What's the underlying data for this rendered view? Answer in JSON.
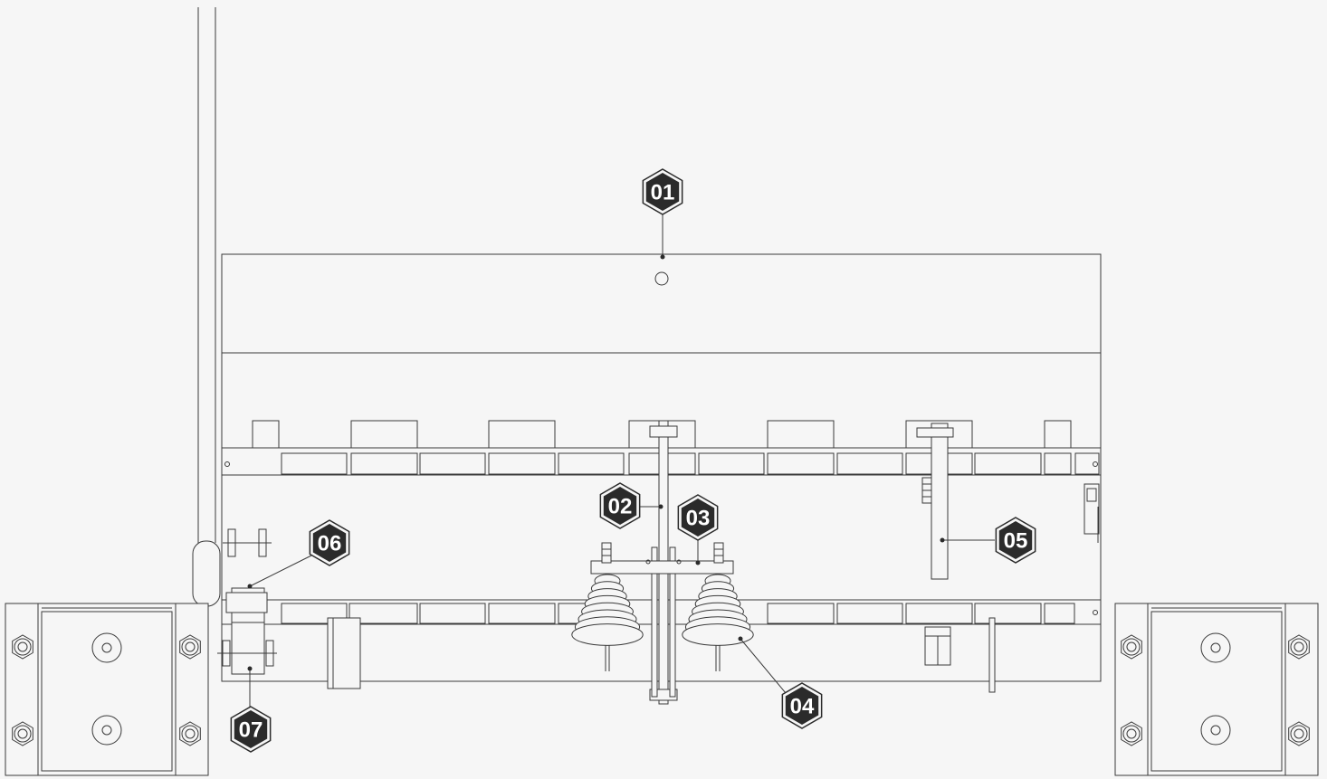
{
  "diagram": {
    "colors": {
      "background": "#f6f6f6",
      "line": "#3a3a3a",
      "badge_fill": "#2b2b2b",
      "badge_text": "#ffffff"
    },
    "callouts": [
      {
        "id": "callout-01",
        "label": "01"
      },
      {
        "id": "callout-02",
        "label": "02"
      },
      {
        "id": "callout-03",
        "label": "03"
      },
      {
        "id": "callout-04",
        "label": "04"
      },
      {
        "id": "callout-05",
        "label": "05"
      },
      {
        "id": "callout-06",
        "label": "06"
      },
      {
        "id": "callout-07",
        "label": "07"
      }
    ]
  }
}
